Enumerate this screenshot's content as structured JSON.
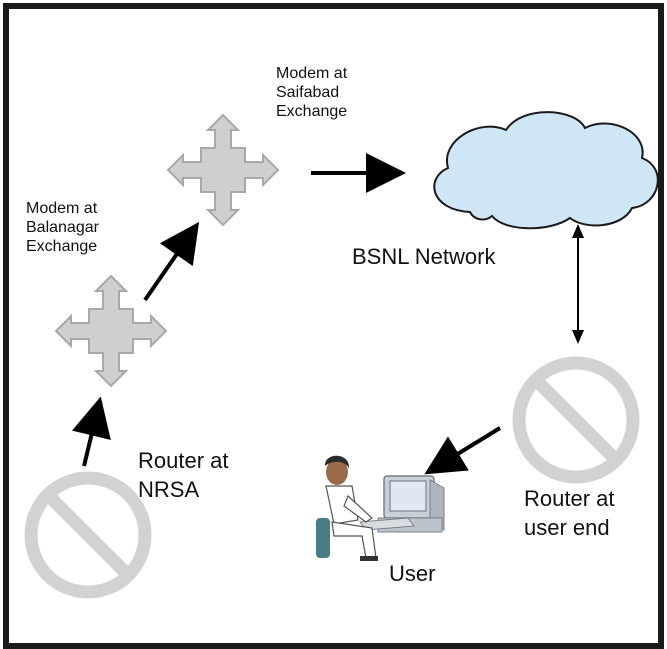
{
  "labels": {
    "modem_saifabad": "Modem at\nSaifabad\nExchange",
    "modem_balanagar": "Modem at\nBalanagar\nExchange",
    "bsnl_network": "BSNL Network",
    "router_nrsa": "Router at\nNRSA",
    "router_user_end": "Router at\nuser end",
    "user": "User"
  },
  "colors": {
    "border": "#1a1a1a",
    "modem_fill": "#cfcfcf",
    "modem_stroke": "#a8a8a8",
    "cloud_fill": "#cfe6f7",
    "cloud_stroke": "#1a1a1a",
    "router_stroke": "#d0d0d0",
    "arrow": "#000000"
  },
  "icons": {
    "modem": "four-way-arrow-icon",
    "network": "cloud-icon",
    "router": "no-symbol-icon",
    "user": "person-at-computer-icon"
  }
}
